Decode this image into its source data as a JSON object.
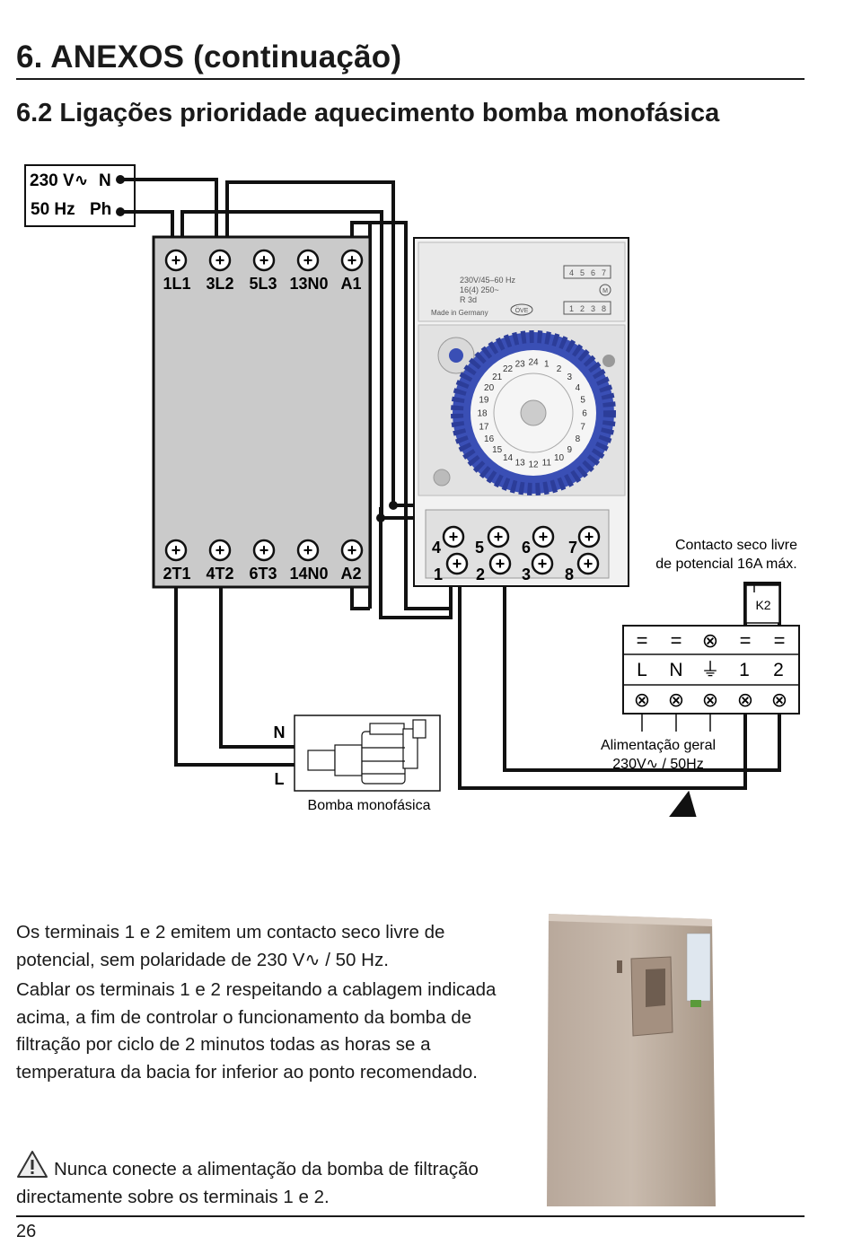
{
  "header": {
    "title": "6. ANEXOS (continuação)",
    "subtitle": "6.2 Ligações prioridade aquecimento bomba monofásica"
  },
  "supply": {
    "line1_voltage": "230 V∿",
    "line1_terminal": "N",
    "line2_freq": "50 Hz",
    "line2_terminal": "Ph"
  },
  "contactor": {
    "top_terminals": [
      "1L1",
      "3L2",
      "5L3",
      "13N0",
      "A1"
    ],
    "bottom_terminals": [
      "2T1",
      "4T2",
      "6T3",
      "14N0",
      "A2"
    ]
  },
  "timer": {
    "spec_lines": [
      "230V/45–60 Hz",
      "16(4) 250~",
      "R 3d"
    ],
    "made_in": "Made in Germany",
    "approval_mark": "ÖVE",
    "relay_top": [
      "4",
      "5",
      "6",
      "7"
    ],
    "relay_bottom": [
      "1",
      "2",
      "3",
      "8"
    ],
    "motor_symbol": "M",
    "dial_hours": [
      "1",
      "2",
      "3",
      "4",
      "5",
      "6",
      "7",
      "8",
      "9",
      "10",
      "11",
      "12",
      "13",
      "14",
      "15",
      "16",
      "17",
      "18",
      "19",
      "20",
      "21",
      "22",
      "23",
      "24"
    ],
    "terminals_top": [
      "4",
      "5",
      "6",
      "7"
    ],
    "terminals_bottom": [
      "1",
      "2",
      "3",
      "8"
    ],
    "colors": {
      "dial": "#3a4fb5",
      "housing": "#e4e4e4"
    }
  },
  "dry_contact": {
    "label_line1": "Contacto seco livre",
    "label_line2": "de potencial 16A máx.",
    "relay_label": "K2"
  },
  "terminal_block": {
    "top_symbols": [
      "=",
      "=",
      "⊗",
      "=",
      "="
    ],
    "labels": [
      "L",
      "N",
      "⏚",
      "1",
      "2"
    ],
    "bottom_symbols": [
      "⊗",
      "⊗",
      "⊗",
      "⊗",
      "⊗"
    ],
    "supply_label_line1": "Alimentação geral",
    "supply_label_line2": "230V∿ / 50Hz"
  },
  "pump": {
    "terminal_n": "N",
    "terminal_l": "L",
    "caption": "Bomba monofásica"
  },
  "body": {
    "paragraph1": "Os terminais 1 e 2 emitem um contacto seco livre de potencial, sem polaridade de 230 V∿ / 50 Hz.",
    "paragraph2": "Cablar os terminais 1 e 2 respeitando a cablagem indicada acima, a fim de controlar o funcionamento da bomba de filtração por ciclo de 2 minutos todas as horas se a temperatura da bacia for inferior ao ponto recomendado.",
    "warning_icon": "warning-triangle-icon",
    "warning": "Nunca conecte a alimentação da bomba de filtração directamente sobre os terminais 1 e 2."
  },
  "footer": {
    "page_number": "26"
  }
}
